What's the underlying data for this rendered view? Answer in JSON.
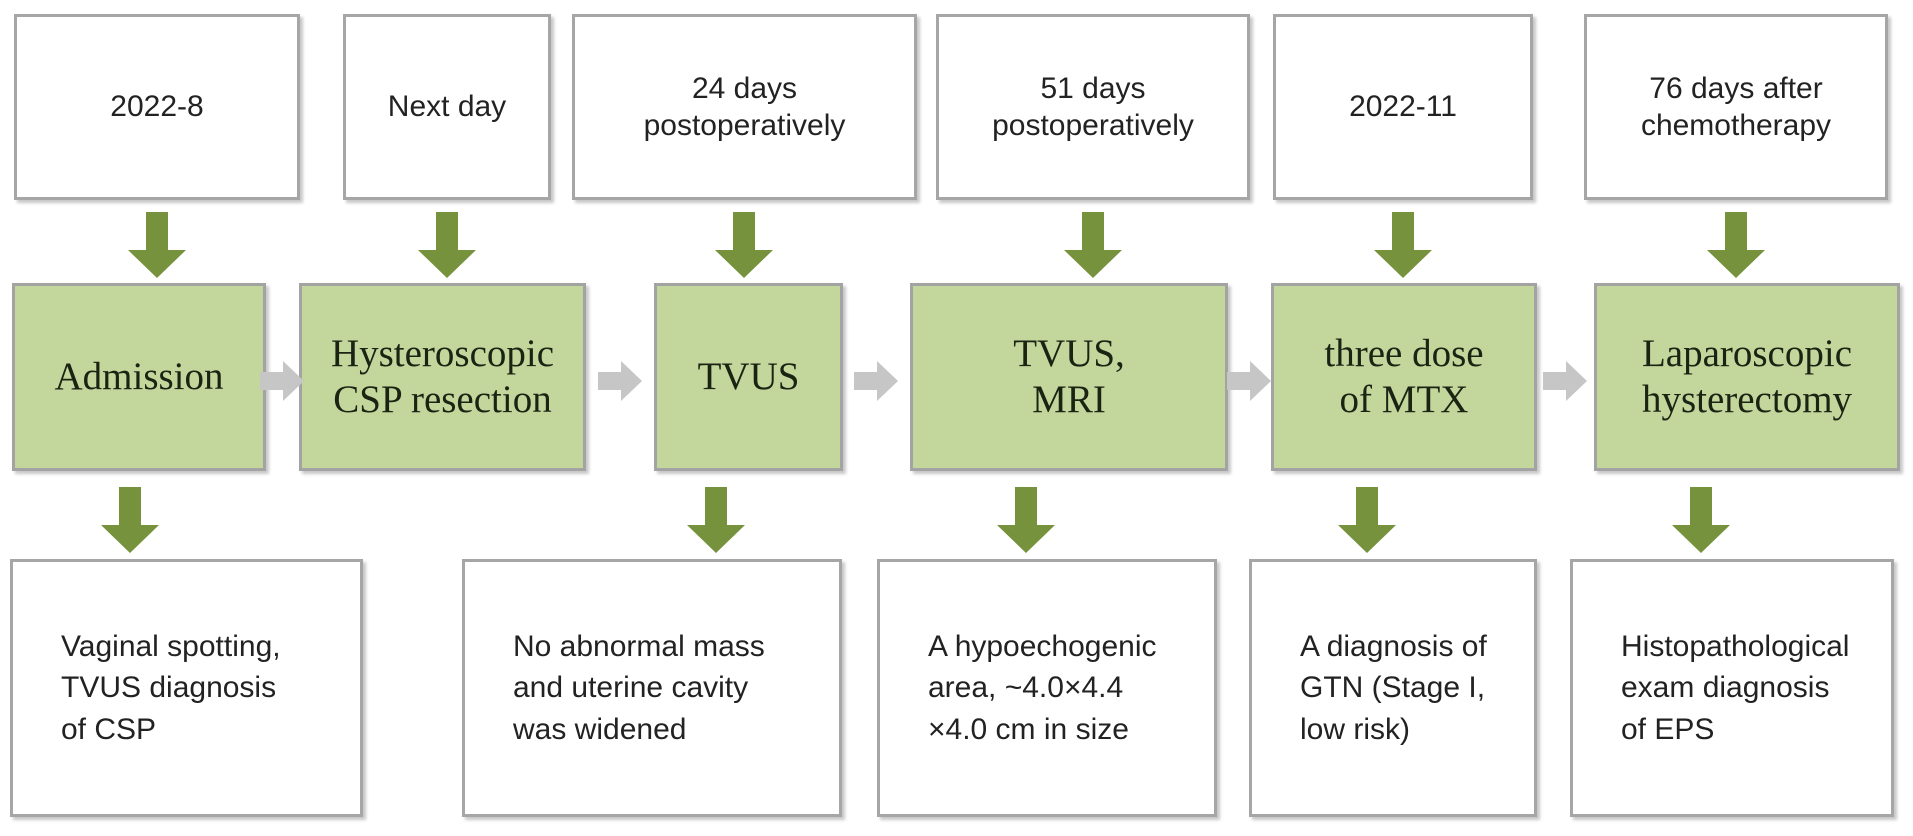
{
  "figure": {
    "type": "clinical-timeline-flowchart",
    "time_boxes": [
      {
        "label": "2022-8"
      },
      {
        "label": "Next day"
      },
      {
        "label": "24 days\npostoperatively"
      },
      {
        "label": "51 days\npostoperatively"
      },
      {
        "label": "2022-11"
      },
      {
        "label": "76 days after\nchemotherapy"
      }
    ],
    "event_boxes": [
      {
        "label": "Admission"
      },
      {
        "label": "Hysteroscopic\nCSP resection"
      },
      {
        "label": "TVUS"
      },
      {
        "label": "TVUS,\nMRI"
      },
      {
        "label": "three dose\nof MTX"
      },
      {
        "label": "Laparoscopic\nhysterectomy"
      }
    ],
    "finding_boxes": [
      {
        "label": "Vaginal spotting,\nTVUS diagnosis\nof CSP"
      },
      {
        "label": "No abnormal mass\nand uterine cavity\nwas widened"
      },
      {
        "label": "A hypoechogenic\narea, ~4.0×4.4\n×4.0 cm in size"
      },
      {
        "label": "A diagnosis of\nGTN (Stage I,\nlow risk)"
      },
      {
        "label": "Histopathological\nexam diagnosis\nof EPS"
      }
    ],
    "colors": {
      "event_box_fill": "#c3d69b",
      "box_border": "#a6a6a6",
      "down_arrow": "#76923c",
      "flow_arrow": "#c6c6c6",
      "text": "#222222"
    }
  }
}
